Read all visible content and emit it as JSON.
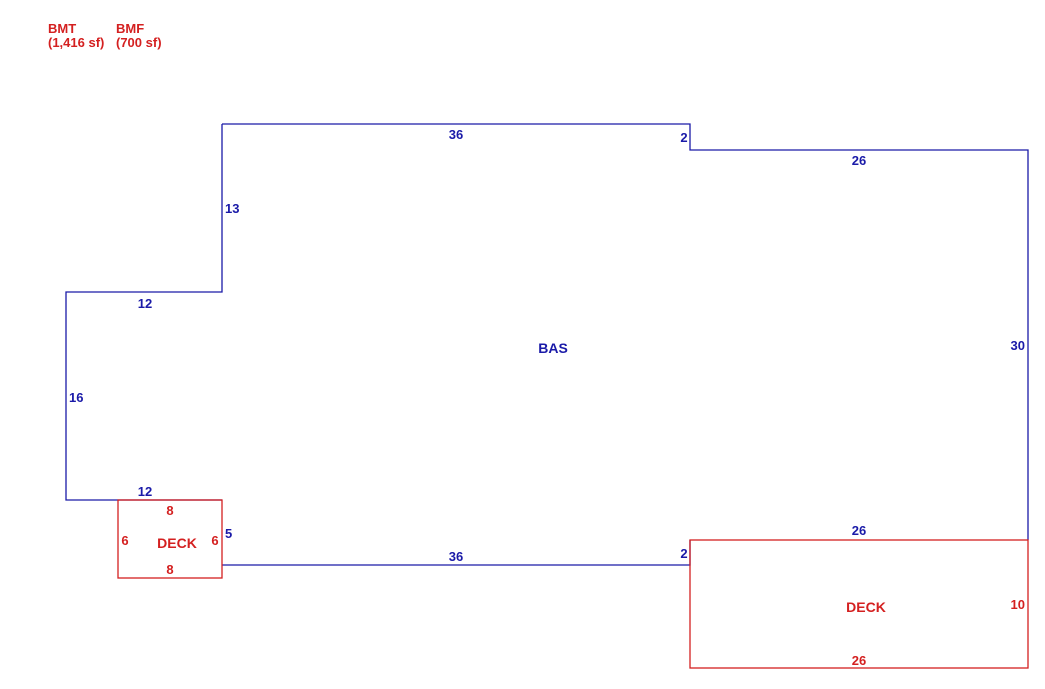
{
  "legend": [
    {
      "code": "BMT",
      "area": "(1,416 sf)"
    },
    {
      "code": "BMF",
      "area": "(700 sf)"
    }
  ],
  "colors": {
    "main": "#1a1aa8",
    "deck": "#d42020"
  },
  "bas": {
    "label": "BAS",
    "dims": [
      "36",
      "2",
      "26",
      "13",
      "12",
      "30",
      "16",
      "12",
      "5",
      "36",
      "2",
      "26"
    ]
  },
  "deck_small": {
    "label": "DECK",
    "dims": [
      "8",
      "6",
      "6",
      "8"
    ]
  },
  "deck_large": {
    "label": "DECK",
    "dims": [
      "10",
      "26"
    ]
  }
}
